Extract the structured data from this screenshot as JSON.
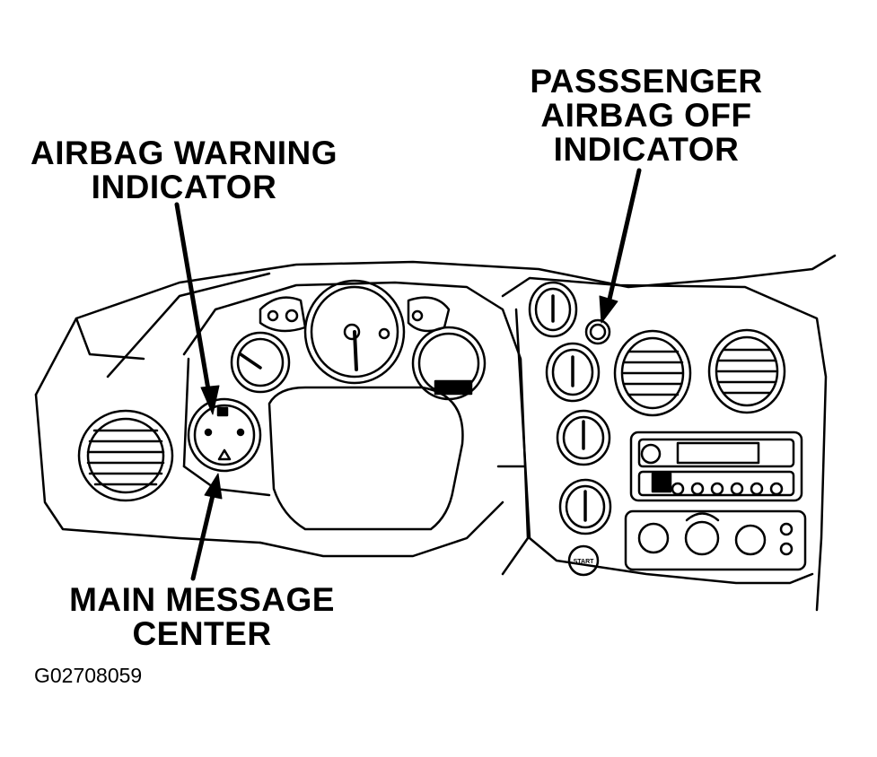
{
  "callouts": {
    "passenger_airbag_off": [
      "PASSSENGER",
      "AIRBAG OFF",
      "INDICATOR"
    ],
    "airbag_warning": [
      "AIRBAG WARNING",
      "INDICATOR"
    ],
    "main_message_center": [
      "MAIN MESSAGE",
      "CENTER"
    ]
  },
  "figure_code": "G02708059",
  "dash_labels": {
    "start_button": "START"
  },
  "colors": {
    "ink": "#000000",
    "background": "#ffffff"
  }
}
